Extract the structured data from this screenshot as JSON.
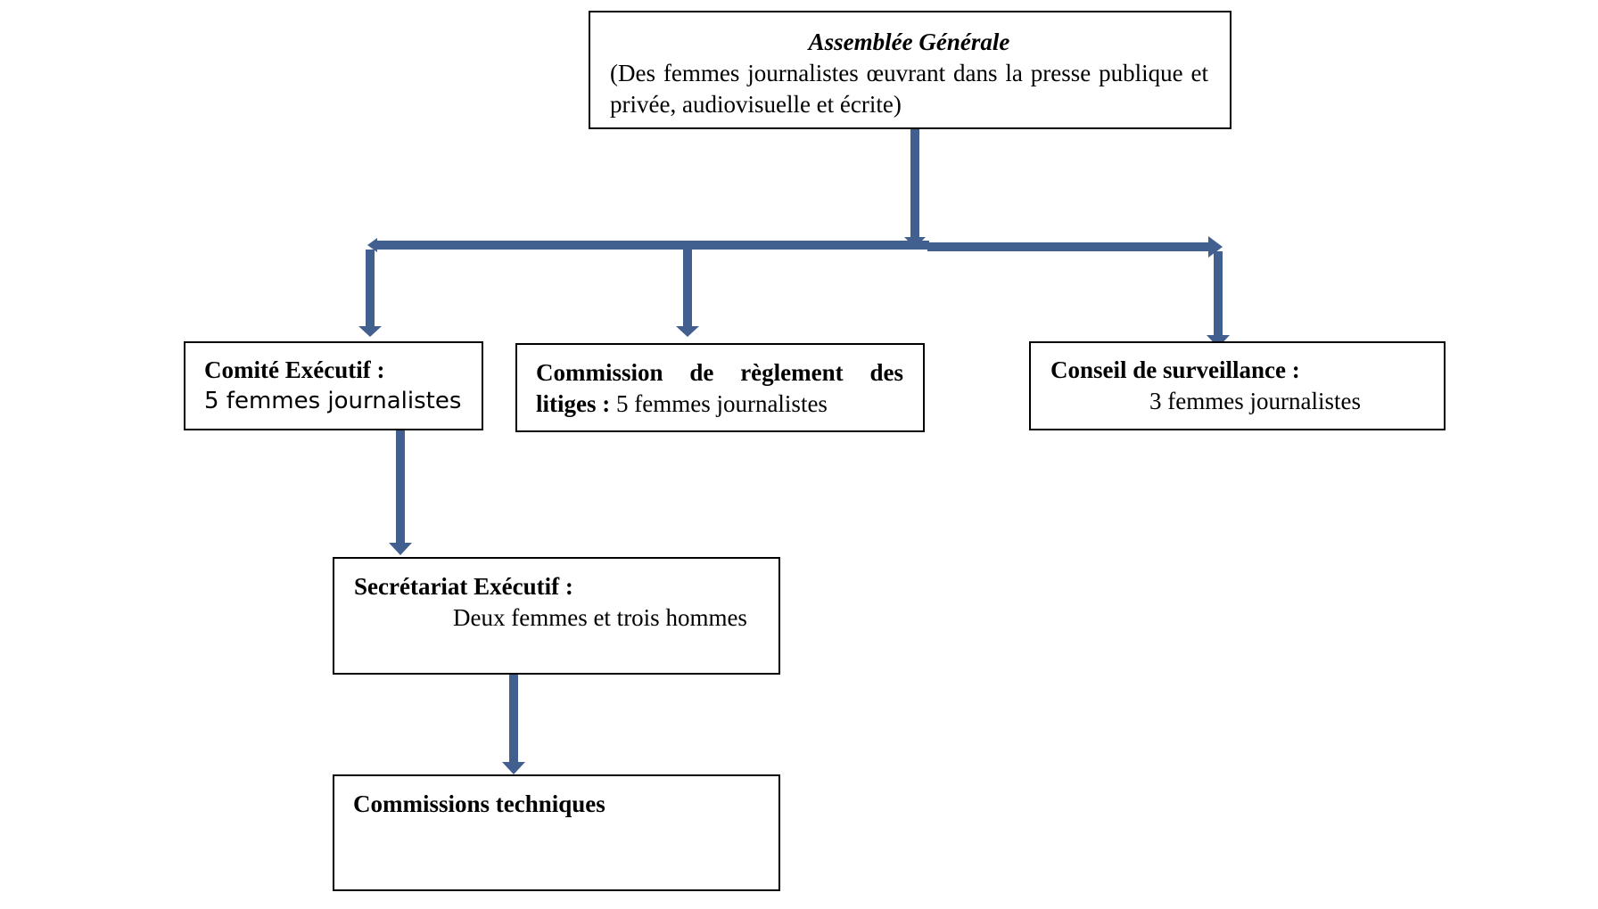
{
  "assemblee_generale": {
    "title": "Assemblée Générale",
    "description": "(Des femmes journalistes œuvrant dans la presse publique et privée, audiovisuelle et écrite)"
  },
  "comite_executif": {
    "title": "Comité Exécutif :",
    "value": "5 femmes journalistes"
  },
  "commission_litiges": {
    "title": "Commission de règlement des litiges :",
    "value": "5 femmes journalistes"
  },
  "conseil_surveillance": {
    "title": "Conseil de surveillance :",
    "value": "3 femmes journalistes"
  },
  "secretariat_executif": {
    "title": "Secrétariat Exécutif :",
    "value": "Deux femmes et trois hommes"
  },
  "commissions_techniques": {
    "title": "Commissions techniques"
  },
  "colors": {
    "connector": "#41608F",
    "border": "#000000",
    "text": "#000000"
  }
}
